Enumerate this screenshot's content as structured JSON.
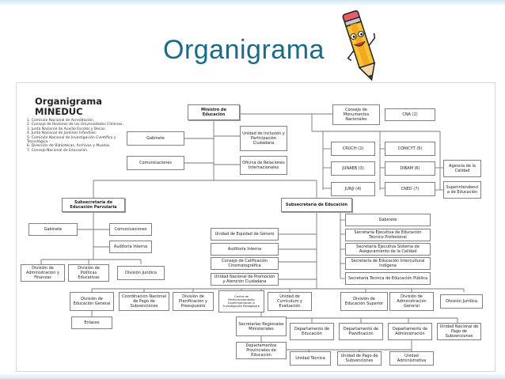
{
  "slide": {
    "title": "Organigrama",
    "pencil_icon": "pencil-character-icon"
  },
  "chart": {
    "title_line1": "Organigrama",
    "title_line2": "MINEDUC",
    "list": [
      "1.  Comisión Nacional de Acreditación.",
      "2.  Consejo de Rectores de las Universidades Chilenas.",
      "3.  Junta Nacional de Auxilio Escolar y Becas.",
      "4.  Junta Nacional de Jardines Infantiles.",
      "5.  Comisión Nacional de Investigación Científica y Tecnológica.",
      "6.  Dirección de Bibliotecas, Archivos y Museos.",
      "7.  Consejo Nacional de Educación."
    ]
  },
  "boxes": {
    "ministro": "Ministro de Educación",
    "gabinete_top": "Gabinete",
    "comunicaciones_top": "Comunicaciones",
    "unidad_inclusion": "Unidad de Inclusión y Participación Ciudadana",
    "oficina_relaciones": "Oficina de Relaciones Internacionales",
    "consejo_monumentos": "Consejo de Monumentos Nacionales",
    "cna": "CNA (1)",
    "cruch": "CRUCH (2)",
    "conicyt": "CONICYT (5)",
    "junaeb": "JUNAEB (3)",
    "dibam": "DIBAM (6)",
    "junji": "JUNJI (4)",
    "cned": "CNED (7)",
    "agencia_calidad": "Agencia de la Calidad",
    "superintendencia": "Superintendenci a de Educación",
    "subs_parvularia": "Subsecretaría de Educación Parvularia",
    "subs_educacion": "Subsecretaría de Educación",
    "gabinete_parv": "Gabinete",
    "comunicaciones_parv": "Comunicaciones",
    "auditoria_parv": "Auditoría Interna",
    "div_admin_finanzas": "División de Administración y Finanzas",
    "div_politicas": "División de Políticas Educativas",
    "div_juridica_parv": "División Jurídica",
    "unidad_equidad": "Unidad de Equidad de Género",
    "auditoria_interna": "Auditoría Interna",
    "consejo_calificacion": "Consejo de Calificación Cinematográfica",
    "unidad_promocion": "Unidad Nacional de Promoción y Atención Ciudadana",
    "gabinete_subs": "Gabinete",
    "secretaria_tecnico_profesional": "Secretaría Ejecutiva de Educación Técnico Profesional",
    "secretaria_aseguramiento": "Secretaría Ejecutiva Sistema de Aseguramiento de la Calidad",
    "secretaria_intercultural": "Secretaría de Educación Intercultural Indígena",
    "secretaria_tecnica_publica": "Secretaría Técnica de Educación Pública",
    "div_educacion_general": "División de Educación General",
    "coordinacion_pago": "Coordinación Nacional de Pago de Subvenciones",
    "div_planificacion": "División de Planificación y Presupuesto",
    "centro_perfeccionamiento": "Centro de Perfeccionamiento Experimentación e Investigación Pedagógica",
    "unidad_curriculum": "Unidad de Currículum y Evaluación",
    "div_educacion_superior": "División de Educación Superior",
    "div_admin_general": "División de Administración General",
    "div_juridica": "División Jurídica",
    "enlaces": "Enlaces",
    "secretarios_regionales": "Secretarías Regionales Ministeriales",
    "departamentos_provinciales": "Departamentos Provinciales de Educación",
    "depto_educacion": "Departamento de Educación",
    "depto_planificacion": "Departamento de Planificación",
    "depto_administracion": "Departamento de Administración",
    "unidad_nacional_pago": "Unidad Nacional de Pago de Subvenciones",
    "unidad_tecnica": "Unidad Técnica",
    "unidad_pago_subvenciones": "Unidad de Pago de Subvenciones",
    "unidad_administrativa": "Unidad Administrativa"
  }
}
